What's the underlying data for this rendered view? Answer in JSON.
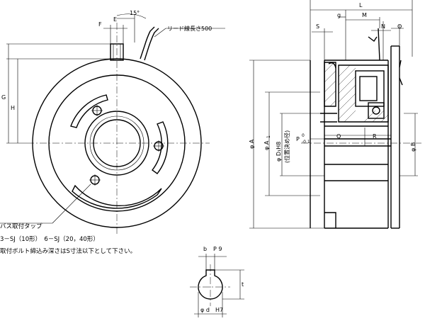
{
  "front_view": {
    "dims": {
      "f": "F",
      "e": "E",
      "g": "G",
      "h": "H"
    },
    "angle": "15°",
    "lead_wire_note": "リード線長さ500"
  },
  "side_view": {
    "dims": {
      "l": "L",
      "g_small": "g",
      "m": "M",
      "s": "S",
      "n": "N",
      "o": "O",
      "a": "φ A",
      "a1": "φ A",
      "a1_sub": "1",
      "d1": "φ D₁H8",
      "d1_note": "(位置決め径)",
      "p": "P",
      "p_sup": "0",
      "p_sub": "-0.1",
      "q": "Q",
      "r": "R",
      "b": "φ B"
    }
  },
  "notes": {
    "tap_title": "バス取付タップ",
    "tap_spec": "3－SJ（10形）　6－SJ（20，40形）",
    "bolt_note": "取付ボルト締込み深さはS寸法以下として下さい。"
  },
  "keyway": {
    "b": "b",
    "p9": "P 9",
    "t": "t",
    "d": "φ d",
    "h7": "H7"
  }
}
